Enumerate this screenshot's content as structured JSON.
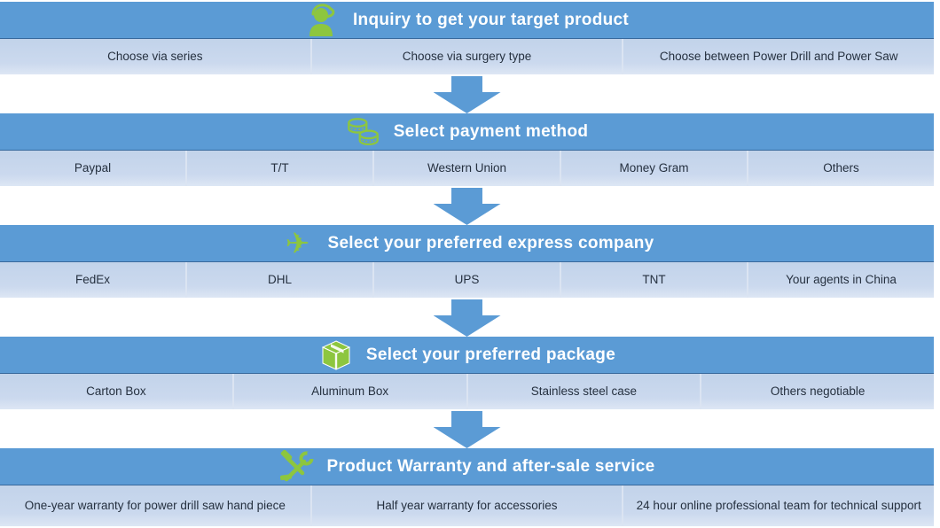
{
  "colors": {
    "header_blue": "#5b9bd5",
    "row_blue": "#cbd9ee",
    "arrow_blue": "#5b9bd5",
    "icon_green": "#8dc63f"
  },
  "icons": {
    "plane_glyph": "✈"
  },
  "sections": [
    {
      "title": "Inquiry to get your target product",
      "icon": "support-agent-icon",
      "options": [
        "Choose via series",
        "Choose via surgery type",
        "Choose  between  Power Drill and Power Saw"
      ]
    },
    {
      "title": "Select payment method",
      "icon": "coins-icon",
      "options": [
        "Paypal",
        "T/T",
        "Western Union",
        "Money Gram",
        "Others"
      ]
    },
    {
      "title": "Select your preferred express company",
      "icon": "airplane-icon",
      "options": [
        "FedEx",
        "DHL",
        "UPS",
        "TNT",
        "Your agents in China"
      ]
    },
    {
      "title": "Select your preferred package",
      "icon": "package-icon",
      "options": [
        "Carton Box",
        "Aluminum Box",
        "Stainless steel case",
        "Others negotiable"
      ]
    },
    {
      "title": "Product Warranty and after-sale service",
      "icon": "tools-icon",
      "options": [
        "One-year warranty for power drill saw hand piece",
        "Half year warranty for accessories",
        "24 hour online  professional team for technical support"
      ]
    }
  ]
}
